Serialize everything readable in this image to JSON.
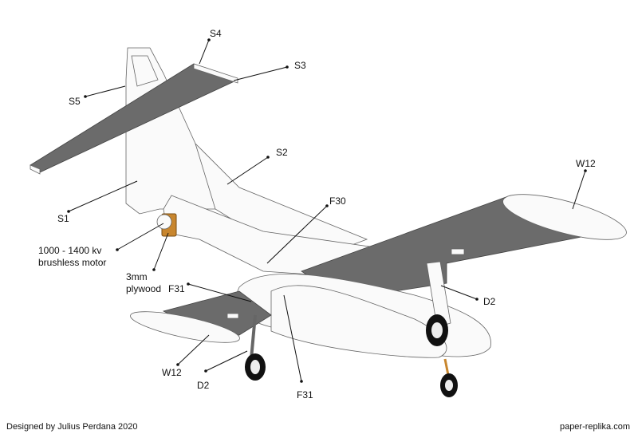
{
  "labels": {
    "s4": "S4",
    "s3": "S3",
    "s5": "S5",
    "s2": "S2",
    "s1": "S1",
    "w12_right": "W12",
    "f30": "F30",
    "motor_line1": "1000 - 1400 kv",
    "motor_line2": "brushless motor",
    "plywood_line1": "3mm",
    "plywood_line2": "plywood",
    "f31_left": "F31",
    "d2_right": "D2",
    "w12_left": "W12",
    "d2_left": "D2",
    "f31_bottom": "F31"
  },
  "footer": {
    "credit": "Designed by Julius Perdana 2020",
    "site": "paper-replika.com"
  },
  "colors": {
    "surface_dark": "#6b6b6b",
    "plywood": "#c8862e",
    "wheel": "#111111"
  }
}
